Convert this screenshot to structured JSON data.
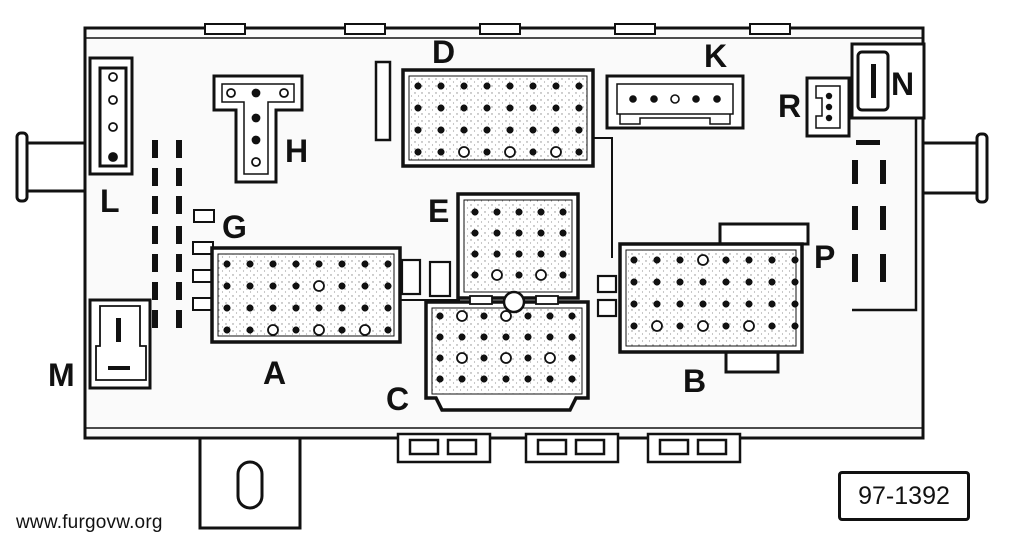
{
  "diagram": {
    "labels": {
      "A": "A",
      "B": "B",
      "C": "C",
      "D": "D",
      "E": "E",
      "G": "G",
      "H": "H",
      "K": "K",
      "L": "L",
      "M": "M",
      "N": "N",
      "P": "P",
      "R": "R"
    },
    "figure_id": "97-1392",
    "credit": "www.furgovw.org",
    "colors": {
      "ink": "#111111",
      "fill": "#f5f5f5",
      "paper": "#ffffff"
    }
  }
}
